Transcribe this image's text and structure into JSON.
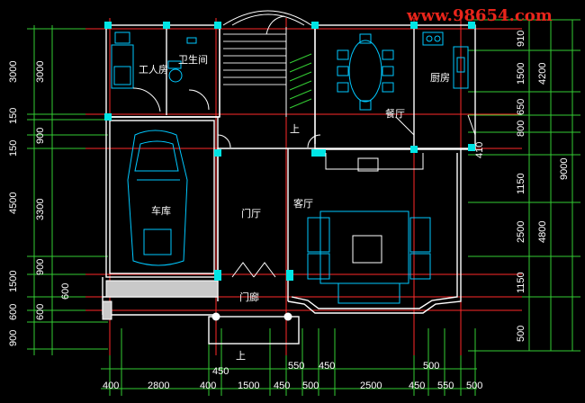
{
  "watermark": "www.98654.com",
  "colors": {
    "background": "#000000",
    "wall": "#ffffff",
    "column": "#00e5e5",
    "furniture": "#00c8ff",
    "dimension_line": "#33cc33",
    "axis_line": "#ff2a2a",
    "wall_fill": "#c9c9c9",
    "watermark": "#e8251b"
  },
  "rooms": {
    "servant_room": "工人房",
    "bathroom": "卫生间",
    "kitchen": "厨房",
    "dining": "餐厅",
    "garage": "车库",
    "foyer": "门厅",
    "living": "客厅",
    "porch": "门廊",
    "stair_up": "上",
    "step_up": "上"
  },
  "dims_left_outer": [
    "3000",
    "150",
    "150",
    "4500",
    "1500",
    "600",
    "900"
  ],
  "dims_left_inner": [
    "3000",
    "900",
    "3300",
    "900",
    "600",
    "600"
  ],
  "dims_right_inner": [
    "910",
    "1500",
    "650",
    "800",
    "410",
    "1150",
    "2500",
    "1150",
    "500"
  ],
  "dims_right_outer": [
    "4200",
    "9000",
    "4800"
  ],
  "dims_bottom_row1": [
    "450",
    "550",
    "450",
    "500"
  ],
  "dims_bottom_row2": [
    "400",
    "2800",
    "400",
    "1500",
    "450",
    "500",
    "2500",
    "450",
    "550",
    "500"
  ]
}
